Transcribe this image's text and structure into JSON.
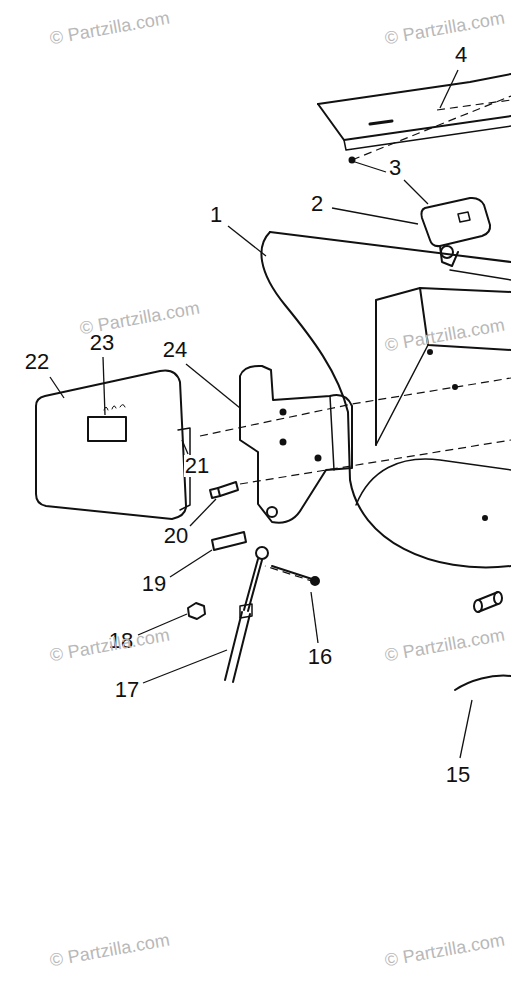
{
  "diagram": {
    "labels": [
      "4",
      "3",
      "2",
      "1",
      "22",
      "23",
      "24",
      "21",
      "20",
      "19",
      "18",
      "17",
      "16",
      "15",
      "© Partzilla.com",
      "© Partzilla.com",
      "© Partzilla.com",
      "© Partzilla.com",
      "© Partzilla.com",
      "© Partzilla.com",
      "© Partzilla.com",
      "© Partzilla.com"
    ]
  }
}
